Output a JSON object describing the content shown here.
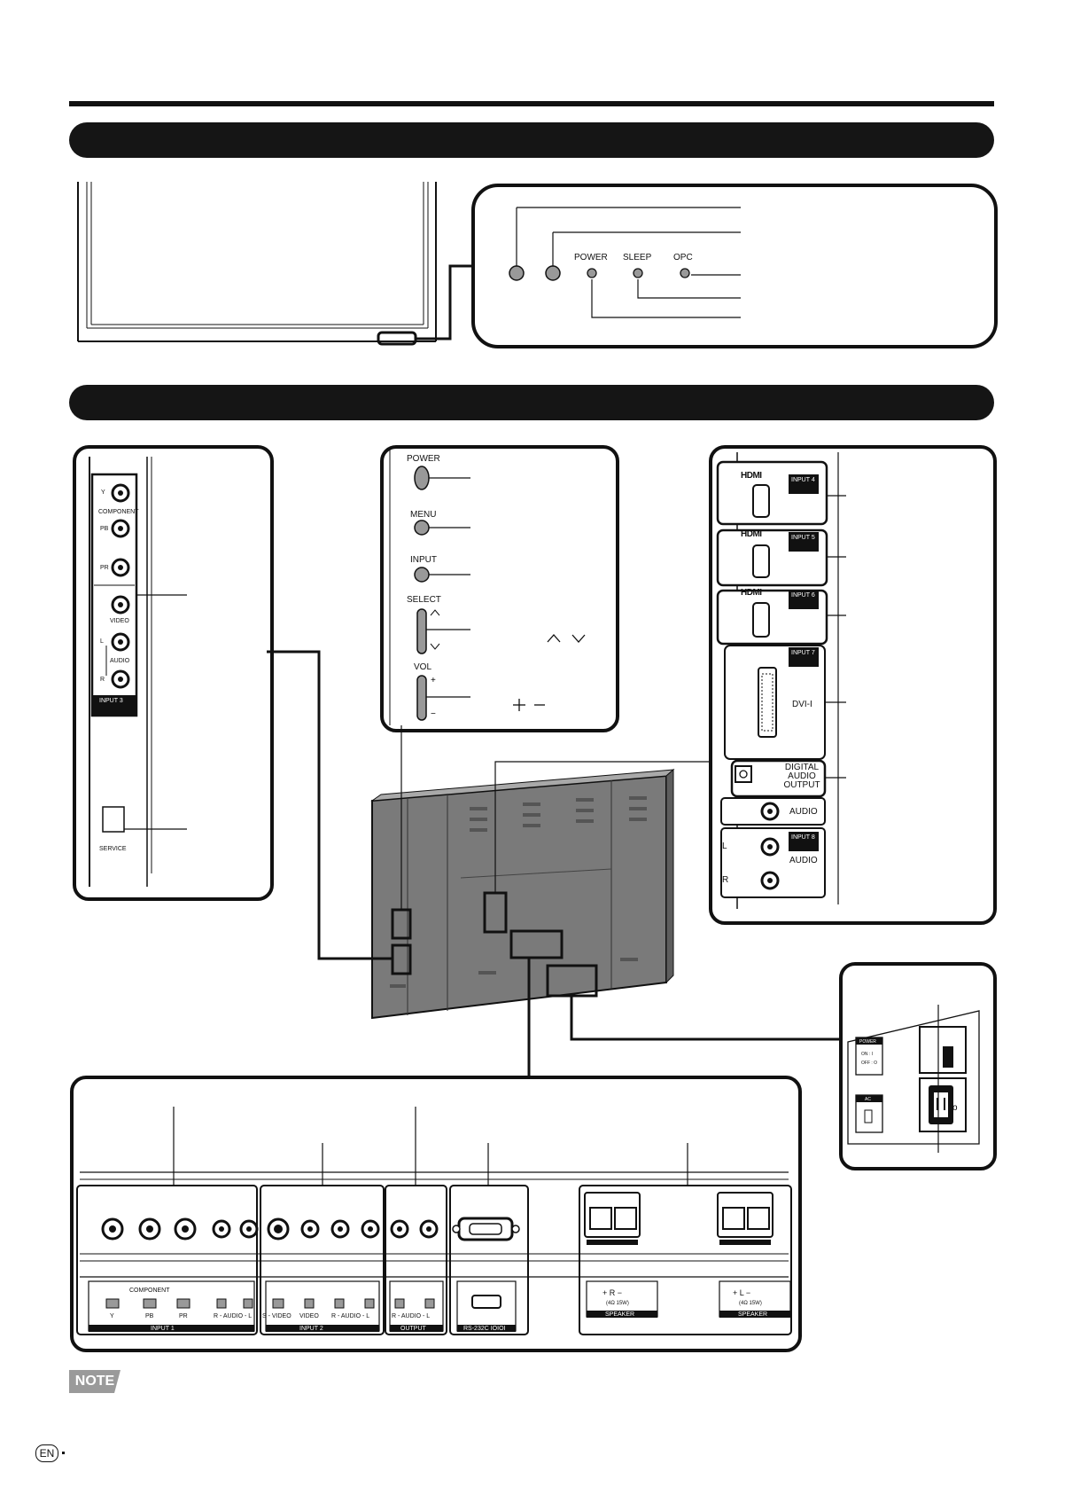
{
  "front_panel": {
    "power_label": "POWER",
    "sleep_label": "SLEEP",
    "opc_label": "OPC"
  },
  "side_terminal": {
    "component_label": "COMPONENT",
    "y_label": "Y",
    "pb_label": "PB",
    "pr_label": "PR",
    "video_label": "VIDEO",
    "audio_label": "AUDIO",
    "l_label": "L",
    "r_label": "R",
    "input_tag": "INPUT 3",
    "service_label": "SERVICE"
  },
  "control_panel": {
    "power_label": "POWER",
    "menu_label": "MENU",
    "input_label": "INPUT",
    "select_label": "SELECT",
    "vol_label": "VOL",
    "select_symbols": "∧/∨",
    "vol_symbols": "+/−"
  },
  "right_terminal": {
    "hdmi_logo": "HDMI",
    "input4": "INPUT 4",
    "input5": "INPUT 5",
    "input6": "INPUT 6",
    "input7": "INPUT 7",
    "dvi_label": "DVI-I",
    "digital_audio_output": "DIGITAL AUDIO OUTPUT",
    "audio_label": "AUDIO",
    "input8": "INPUT 8",
    "l_label": "L",
    "r_label": "R"
  },
  "power_panel": {
    "power_tag": "POWER",
    "on_label": "ON : I",
    "off_label": "OFF : O",
    "ac_tag": "AC"
  },
  "bottom_terminal": {
    "component_label": "COMPONENT",
    "y": "Y",
    "pb": "PB",
    "pr": "PR",
    "audio_rl_1": "R - AUDIO - L",
    "input1_tag": "INPUT 1",
    "svideo": "S - VIDEO",
    "video": "VIDEO",
    "audio_rl_2": "R - AUDIO - L",
    "input2_tag": "INPUT 2",
    "audio_rl_out": "R - AUDIO - L",
    "output_tag": "OUTPUT",
    "rs232c_tag": "RS-232C IOIOI",
    "speaker_r_polarity": "+  R  −",
    "speaker_r_spec": "(4Ω 15W)",
    "speaker_r_tag": "SPEAKER",
    "speaker_l_polarity": "+  L  −",
    "speaker_l_spec": "(4Ω 15W)",
    "speaker_l_tag": "SPEAKER"
  },
  "footer": {
    "note_label": "NOTE",
    "lang_badge": "EN"
  }
}
